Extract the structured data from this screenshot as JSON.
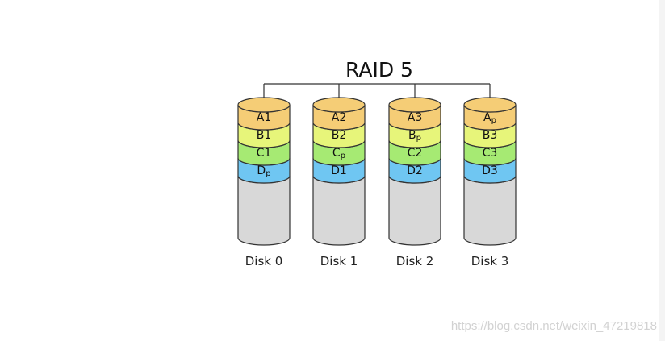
{
  "diagram": {
    "title": "RAID 5",
    "colors": {
      "A": "#f5cd76",
      "B": "#e7f57a",
      "C": "#a6ea73",
      "D": "#6fc6f2",
      "empty": "#d8d8d8",
      "stroke": "#333333"
    },
    "rows": [
      "A",
      "B",
      "C",
      "D"
    ],
    "disks": [
      {
        "label": "Disk 0",
        "blocks": [
          {
            "row": "A",
            "base": "A",
            "sub": "1"
          },
          {
            "row": "B",
            "base": "B",
            "sub": "1"
          },
          {
            "row": "C",
            "base": "C",
            "sub": "1"
          },
          {
            "row": "D",
            "base": "D",
            "sub": "p"
          }
        ]
      },
      {
        "label": "Disk 1",
        "blocks": [
          {
            "row": "A",
            "base": "A",
            "sub": "2"
          },
          {
            "row": "B",
            "base": "B",
            "sub": "2"
          },
          {
            "row": "C",
            "base": "C",
            "sub": "p"
          },
          {
            "row": "D",
            "base": "D",
            "sub": "1"
          }
        ]
      },
      {
        "label": "Disk 2",
        "blocks": [
          {
            "row": "A",
            "base": "A",
            "sub": "3"
          },
          {
            "row": "B",
            "base": "B",
            "sub": "p"
          },
          {
            "row": "C",
            "base": "C",
            "sub": "2"
          },
          {
            "row": "D",
            "base": "D",
            "sub": "2"
          }
        ]
      },
      {
        "label": "Disk 3",
        "blocks": [
          {
            "row": "A",
            "base": "A",
            "sub": "p"
          },
          {
            "row": "B",
            "base": "B",
            "sub": "3"
          },
          {
            "row": "C",
            "base": "C",
            "sub": "3"
          },
          {
            "row": "D",
            "base": "D",
            "sub": "3"
          }
        ]
      }
    ]
  },
  "watermark": "https://blog.csdn.net/weixin_47219818"
}
